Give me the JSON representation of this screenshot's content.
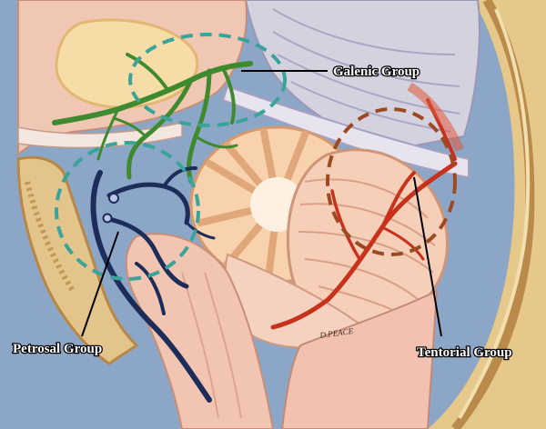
{
  "labels": {
    "galenic": "Galenic Group",
    "petrosal": "Petrosal Group",
    "tentorial": "Tentorial Group"
  },
  "signature": "D.PEACE",
  "colors": {
    "background": "#8ca6c8",
    "galenic_veins": "#3f8a2e",
    "petrosal_veins": "#1d2d5a",
    "tentorial_veins": "#c8321d",
    "galenic_circle": "#3aa39a",
    "petrosal_circle": "#3aa39a",
    "tentorial_circle": "#9c4a22"
  }
}
